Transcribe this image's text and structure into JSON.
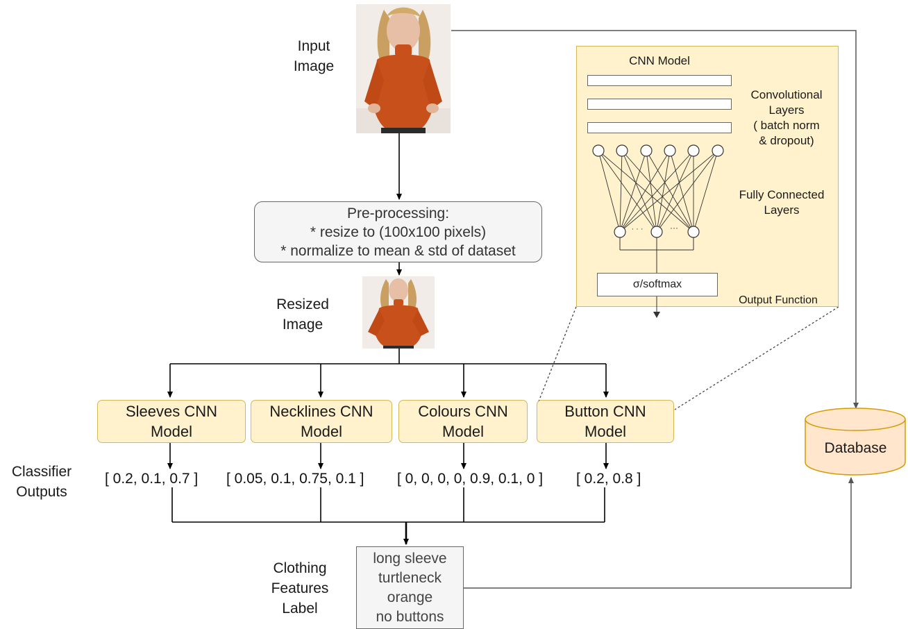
{
  "labels": {
    "input_image": [
      "Input",
      "Image"
    ],
    "resized_image": [
      "Resized",
      "Image"
    ],
    "classifier_outputs": [
      "Classifier",
      "Outputs"
    ],
    "clothing_features": [
      "Clothing",
      "Features",
      "Label"
    ]
  },
  "preprocessing": {
    "lines": [
      "Pre-processing:",
      "* resize to (100x100 pixels)",
      "* normalize to mean & std of dataset"
    ]
  },
  "cnn_panel": {
    "title": "CNN Model",
    "conv_label": [
      "Convolutional",
      "Layers",
      "( batch norm",
      "& dropout)"
    ],
    "fc_label": [
      "Fully Connected",
      "Layers"
    ],
    "softmax": "σ/softmax",
    "output_function": "Output Function",
    "ellipsis_a": "· · ·",
    "ellipsis_b": "···"
  },
  "models": [
    {
      "line1": "Sleeves CNN",
      "line2": "Model",
      "output": "[ 0.2, 0.1, 0.7 ]"
    },
    {
      "line1": "Necklines CNN",
      "line2": "Model",
      "output": "[ 0.05, 0.1, 0.75, 0.1 ]"
    },
    {
      "line1": "Colours CNN",
      "line2": "Model",
      "output": "[ 0, 0, 0, 0, 0.9, 0.1, 0 ]"
    },
    {
      "line1": "Button CNN",
      "line2": "Model",
      "output": "[ 0.2, 0.8 ]"
    }
  ],
  "result_label": [
    "long sleeve",
    "turtleneck",
    "orange",
    "no buttons"
  ],
  "database": "Database",
  "colors": {
    "model_fill": "#fff2cc",
    "model_border": "#d6b656",
    "database_fill": "#ffe6cc",
    "database_border": "#d79b00",
    "garment": "#c8501a"
  }
}
